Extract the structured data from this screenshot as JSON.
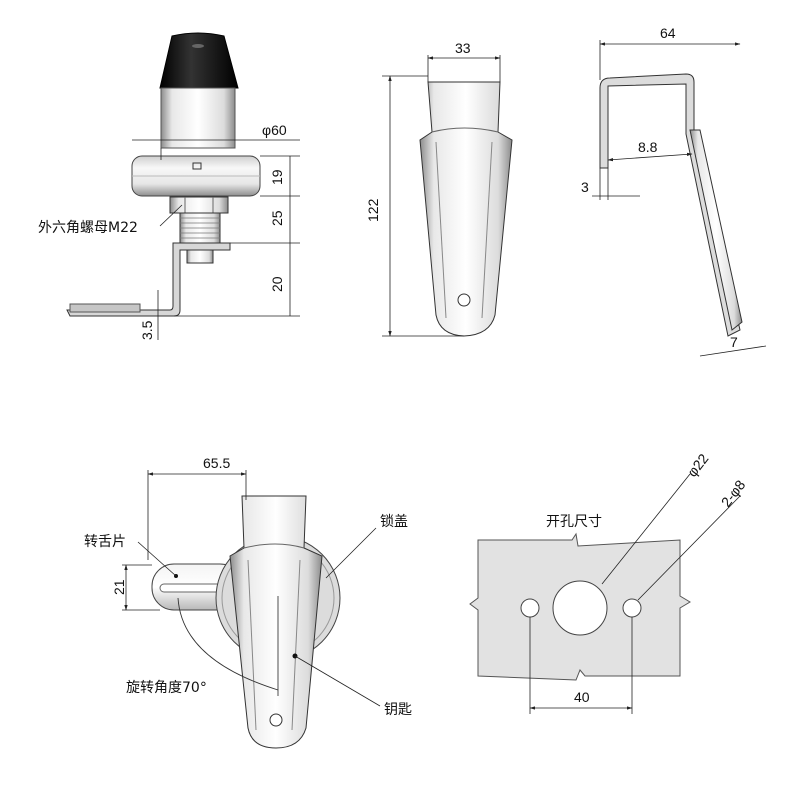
{
  "views": {
    "side_view": {
      "dims": {
        "diameter": "φ60",
        "h1": "19",
        "h2": "25",
        "h3": "20",
        "t": "3.5"
      },
      "labels": {
        "nut": "外六角螺母M22"
      }
    },
    "front_view": {
      "dims": {
        "width": "33",
        "height": "122"
      }
    },
    "profile_view": {
      "dims": {
        "width": "64",
        "offset": "8.8",
        "thickness": "3",
        "tip": "7"
      }
    },
    "assembly_view": {
      "dims": {
        "span": "65.5",
        "tongue_width": "21"
      },
      "labels": {
        "tongue": "转舌片",
        "cover": "锁盖",
        "rotation": "旋转角度70°",
        "key": "钥匙"
      }
    },
    "cutout_view": {
      "title": "开孔尺寸",
      "dims": {
        "big_hole": "φ22",
        "small_holes": "2-φ8",
        "spacing": "40"
      }
    }
  },
  "colors": {
    "metal_light": "#f2f2f2",
    "metal_mid": "#d9d9d9",
    "metal_dark": "#9a9a9a",
    "knob": "#1a1a1a",
    "plate": "#e0e0e0",
    "line": "#222222"
  }
}
